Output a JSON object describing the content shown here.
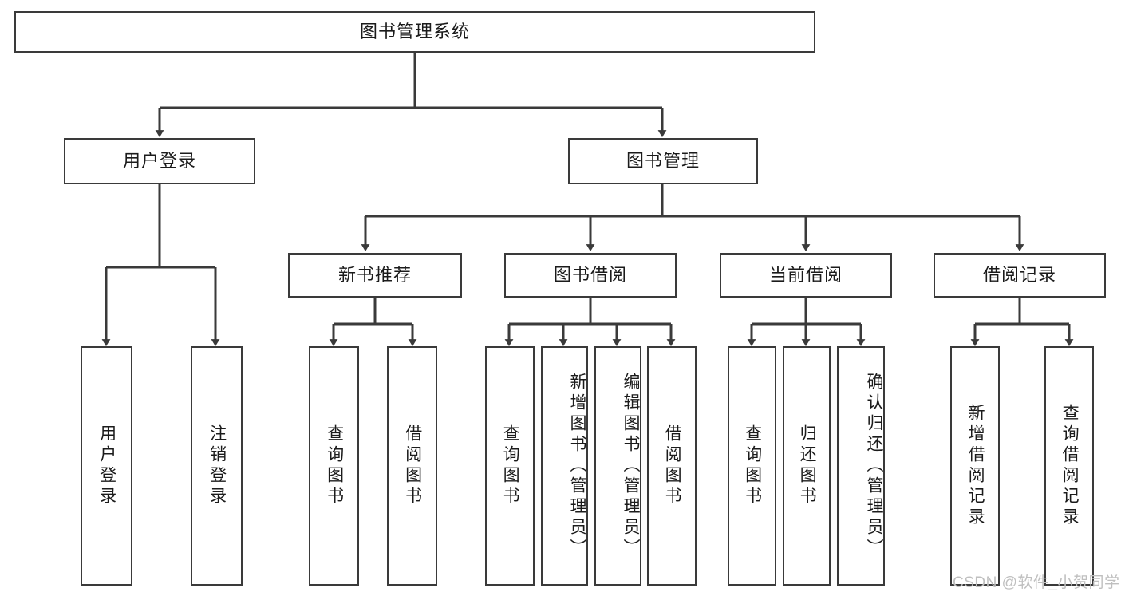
{
  "diagram": {
    "title_node": {
      "label": "图书管理系统"
    },
    "level2": [
      {
        "id": "user-login",
        "label": "用户登录"
      },
      {
        "id": "book-manage",
        "label": "图书管理"
      }
    ],
    "level3": [
      {
        "id": "new-book-recommend",
        "label": "新书推荐"
      },
      {
        "id": "book-borrow",
        "label": "图书借阅"
      },
      {
        "id": "current-borrow",
        "label": "当前借阅"
      },
      {
        "id": "borrow-record",
        "label": "借阅记录"
      }
    ],
    "leaves": [
      {
        "id": "leaf-user-login",
        "label": "用户登录",
        "parent": "user-login"
      },
      {
        "id": "leaf-logout-login",
        "label": "注销登录",
        "parent": "user-login"
      },
      {
        "id": "leaf-query-book-1",
        "label": "查询图书",
        "parent": "new-book-recommend"
      },
      {
        "id": "leaf-borrow-book-1",
        "label": "借阅图书",
        "parent": "new-book-recommend"
      },
      {
        "id": "leaf-query-book-2",
        "label": "查询图书",
        "parent": "book-borrow"
      },
      {
        "id": "leaf-add-book",
        "label": "新增图书（管理员）",
        "parent": "book-borrow"
      },
      {
        "id": "leaf-edit-book",
        "label": "编辑图书（管理员）",
        "parent": "book-borrow"
      },
      {
        "id": "leaf-borrow-book-2",
        "label": "借阅图书",
        "parent": "book-borrow"
      },
      {
        "id": "leaf-query-book-3",
        "label": "查询图书",
        "parent": "current-borrow"
      },
      {
        "id": "leaf-return-book",
        "label": "归还图书",
        "parent": "current-borrow"
      },
      {
        "id": "leaf-confirm-return",
        "label": "确认归还（管理员）",
        "parent": "current-borrow"
      },
      {
        "id": "leaf-add-record",
        "label": "新增借阅记录",
        "parent": "borrow-record"
      },
      {
        "id": "leaf-query-record",
        "label": "查询借阅记录",
        "parent": "borrow-record"
      }
    ],
    "colors": {
      "stroke": "#3a3a3a",
      "text": "#1b1b1b",
      "background": "#ffffff",
      "watermark": "#bfbfbf"
    }
  },
  "watermark": {
    "text": "CSDN @软件_小贺同学"
  }
}
